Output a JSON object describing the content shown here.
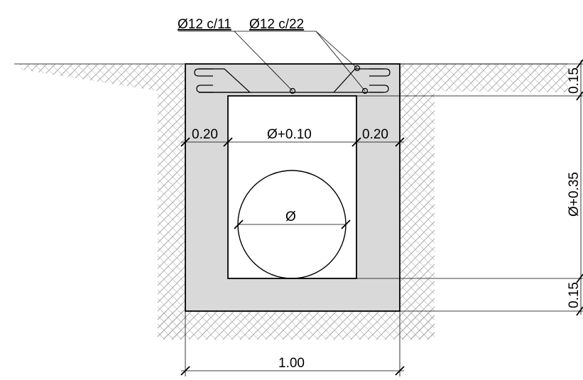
{
  "labels": {
    "rebar_top": "Ø12 c/11",
    "rebar_side": "Ø12 c/22",
    "wall_left": "0.20",
    "inner_width": "Ø+0.10",
    "wall_right": "0.20",
    "pipe": "Ø",
    "total_width": "1.00",
    "dim_top": "0.15",
    "dim_height": "Ø+0.35",
    "dim_bottom": "0.15"
  },
  "colors": {
    "concrete": "#d9d9d9",
    "line": "#000000",
    "soil_hatch": "#9a9a9a",
    "background": "#ffffff"
  }
}
